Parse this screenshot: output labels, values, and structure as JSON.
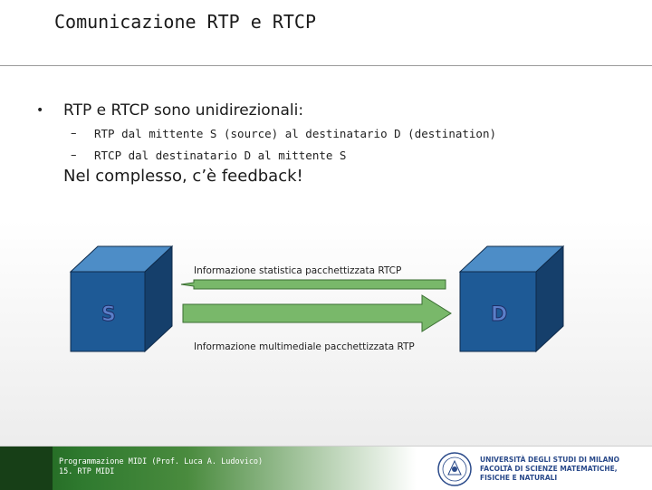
{
  "slide": {
    "title": "Comunicazione RTP e RTCP",
    "bullet_main": "RTP e RTCP sono unidirezionali:",
    "sub_items": [
      "RTP dal mittente S (source) al destinatario D (destination)",
      "RTCP dal destinatario D al mittente S"
    ],
    "sub_marker": "–",
    "conclusion": "Nel complesso, c’è feedback!"
  },
  "diagram": {
    "source_label": "S",
    "dest_label": "D",
    "rtcp_caption": "Informazione statistica pacchettizzata RTCP",
    "rtp_caption": "Informazione multimediale pacchettizzata RTP",
    "colors": {
      "cube_front": "#1e5a96",
      "cube_top": "#4d8dc7",
      "cube_side": "#153f6b",
      "arrow_fill": "#79b86a",
      "arrow_stroke": "#3a6e32"
    }
  },
  "footer": {
    "line1": "Programmazione MIDI (Prof. Luca A. Ludovico)",
    "line2": "15. RTP MIDI",
    "logo_lines": [
      "UNIVERSITÀ DEGLI STUDI DI MILANO",
      "FACOLTÀ DI SCIENZE MATEMATICHE,",
      "FISICHE E NATURALI"
    ]
  }
}
